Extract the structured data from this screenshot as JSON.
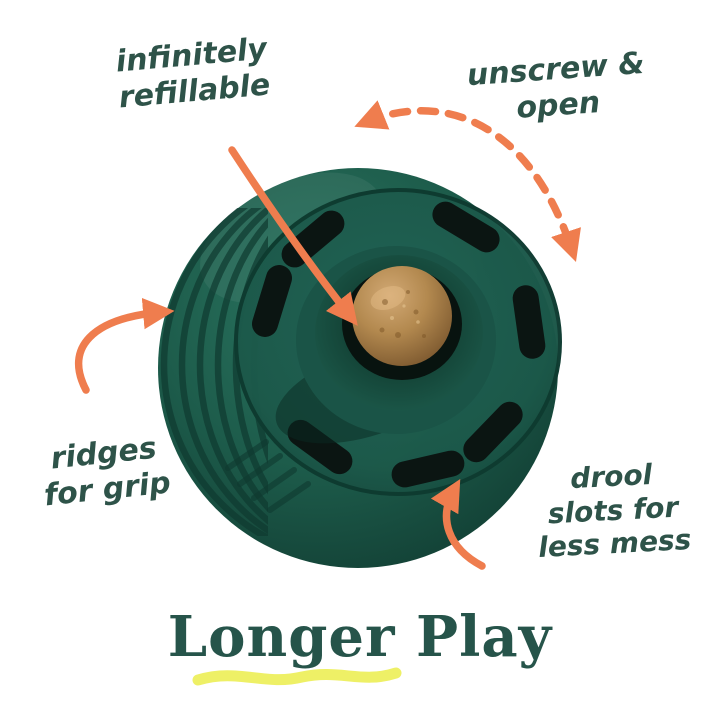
{
  "colors": {
    "accent_orange": "#ef7d4e",
    "text_green": "#2e5349",
    "headline_green": "#26544a",
    "toy_green": "#1d5c4b",
    "treat_brown": "#b3894f",
    "highlight_yellow": "#ecee55"
  },
  "annotations": {
    "refillable": "infinitely\nrefillable",
    "unscrew": "unscrew &\nopen",
    "ridges": "ridges\nfor grip",
    "drool": "drool\nslots for\nless mess"
  },
  "headline": "Longer Play",
  "icons": {
    "toy": "treat-dispenser-ball",
    "treat": "treat-ball",
    "arrows": "orange-annotation-arrow"
  }
}
